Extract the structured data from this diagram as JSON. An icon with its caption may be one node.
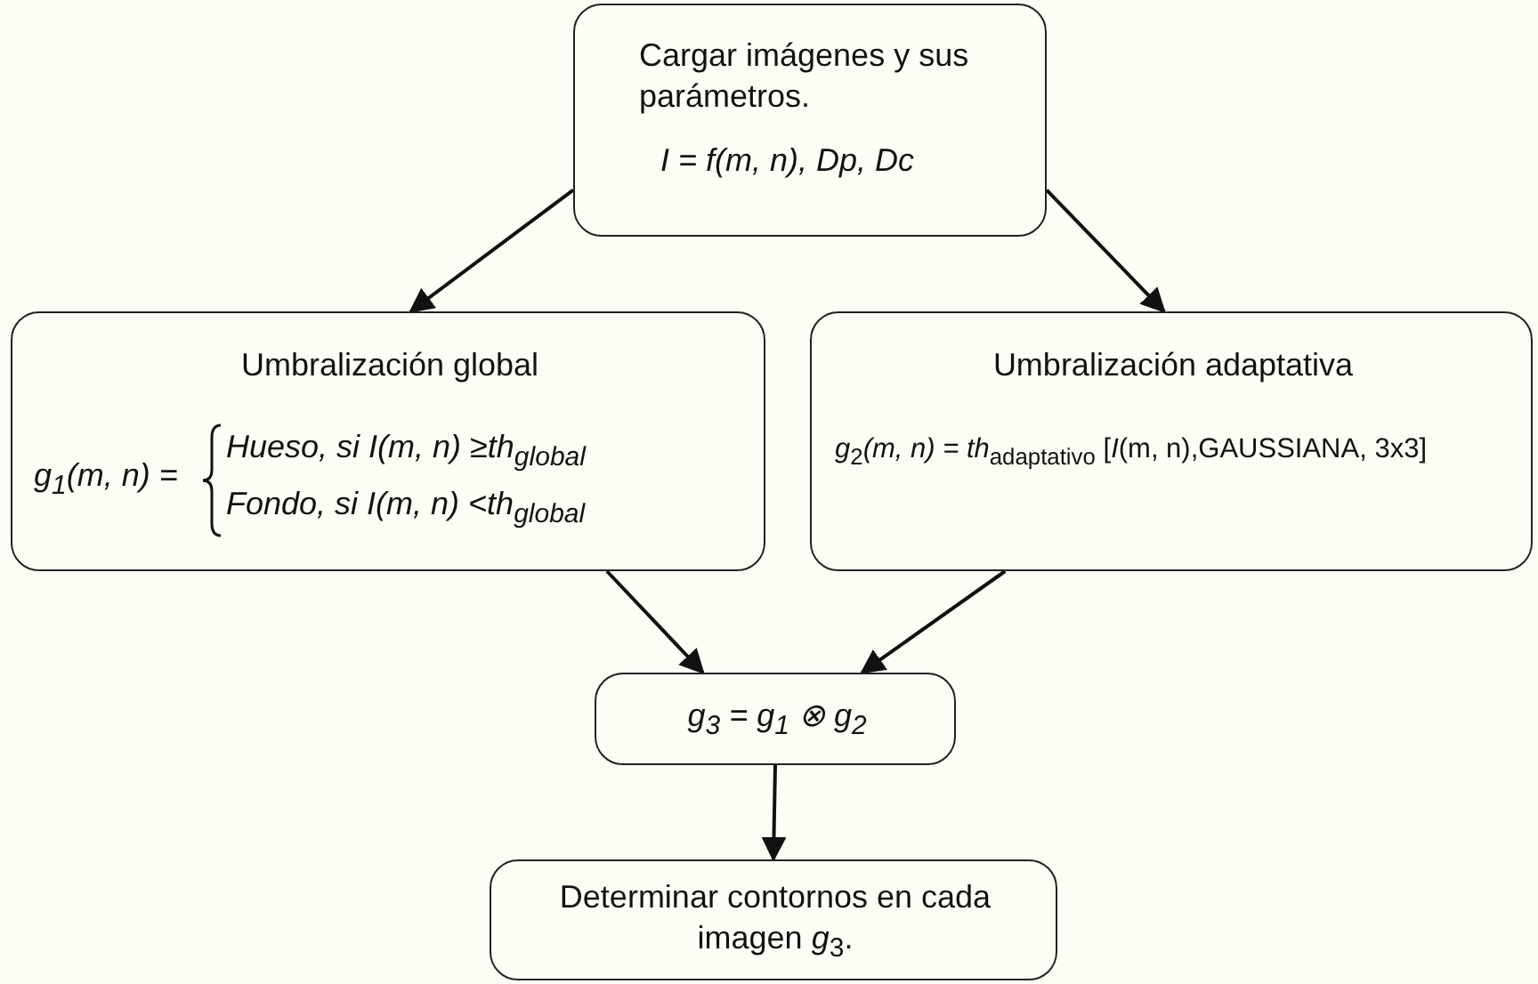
{
  "diagram": {
    "nodes": [
      {
        "text": [
          "Cargar imágenes y sus parámetros.",
          "I = f(m, n), Dp, Dc"
        ]
      },
      {
        "text": [
          "Umbralización global",
          "g$_{1}$(m, n) =",
          "Hueso, si I(m, n) ≥th$_{global}$",
          "Fondo, si I(m, n) <th$_{global}$"
        ]
      },
      {
        "text": [
          "Umbralización adaptativa",
          "*g*$_{2}$*(m, n) = th*$_{adaptativo}$ [*I*(m, n),GAUSSIANA, 3x3]"
        ]
      },
      {
        "text": [
          "g$_{3}$ = g$_{1}$ ⊗ g$_{2}$"
        ]
      },
      {
        "text": [
          "Determinar contornos en cada imagen *g*$_{3}$."
        ]
      }
    ],
    "edges": [
      {
        "from": 0,
        "to": 1,
        "arrow": "to"
      },
      {
        "from": 0,
        "to": 2,
        "arrow": "to"
      },
      {
        "from": 1,
        "to": 3,
        "arrow": "to"
      },
      {
        "from": 2,
        "to": 3,
        "arrow": "to"
      },
      {
        "from": 3,
        "to": 4,
        "arrow": "to"
      }
    ]
  }
}
